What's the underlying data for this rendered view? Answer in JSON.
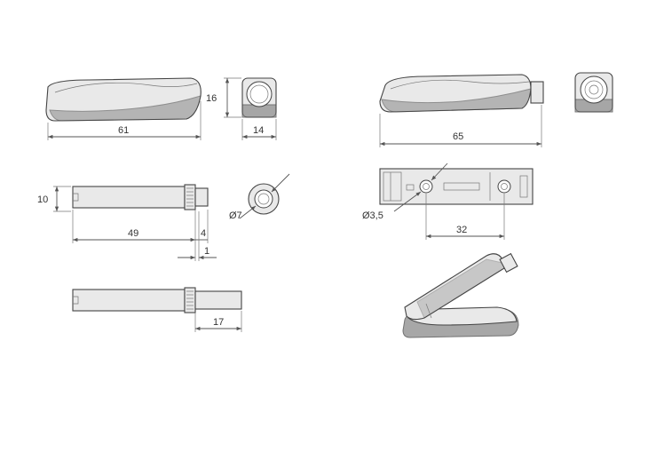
{
  "dimensions": {
    "d61": "61",
    "d16": "16",
    "d14": "14",
    "d10": "10",
    "d49": "49",
    "d4": "4",
    "d1": "1",
    "d7": "Ø7",
    "d17": "17",
    "d65": "65",
    "d3_5": "Ø3,5",
    "d32": "32"
  },
  "colors": {
    "line": "#555555",
    "part_fill": "#e9e9e9",
    "shade": "#8a8a8a"
  }
}
